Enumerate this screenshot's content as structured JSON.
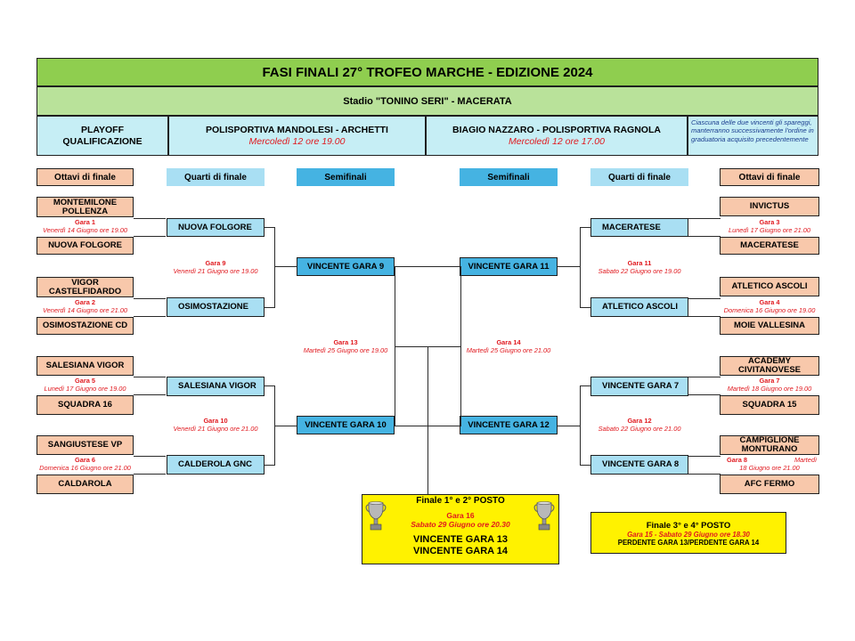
{
  "header": {
    "title": "FASI FINALI 27° TROFEO MARCHE - EDIZIONE 2024",
    "stadium": "Stadio \"TONINO SERI\" - MACERATA"
  },
  "playoff": {
    "label_line1": "PLAYOFF",
    "label_line2": "QUALIFICAZIONE",
    "match1_teams": "POLISPORTIVA MANDOLESI - ARCHETTI",
    "match1_time": "Mercoledì 12 ore 19.00",
    "match2_teams": "BIAGIO NAZZARO - POLISPORTIVA RAGNOLA",
    "match2_time": "Mercoledì 12 ore 17.00",
    "note": "Ciascuna delle due vincenti gli spareggi, manterranno successivamente l'ordine in graduatoria acquisito precedentemente"
  },
  "round_labels": {
    "ottavi": "Ottavi di finale",
    "quarti": "Quarti di finale",
    "semi": "Semifinali"
  },
  "left": {
    "r16": [
      {
        "team_a": "MONTEMILONE POLLENZA",
        "gara": "Gara 1",
        "date": "Venerdì 14 Giugno ore 19.00",
        "team_b": "NUOVA FOLGORE"
      },
      {
        "team_a": "VIGOR CASTELFIDARDO",
        "gara": "Gara 2",
        "date": "Venerdì 14 Giugno ore 21.00",
        "team_b": "OSIMOSTAZIONE CD"
      },
      {
        "team_a": "SALESIANA VIGOR",
        "gara": "Gara 5",
        "date": "Lunedì 17 Giugno ore 19.00",
        "team_b": "SQUADRA 16"
      },
      {
        "team_a": "SANGIUSTESE VP",
        "gara": "Gara 6",
        "date": "Domenica 16 Giugno ore 21.00",
        "team_b": "CALDAROLA"
      }
    ],
    "qf": [
      "NUOVA FOLGORE",
      "OSIMOSTAZIONE",
      "SALESIANA VIGOR",
      "CALDEROLA GNC"
    ],
    "qf_games": [
      {
        "gara": "Gara 9",
        "date": "Venerdì 21 Giugno ore 19.00"
      },
      {
        "gara": "Gara 10",
        "date": "Venerdì 21 Giugno ore 21.00"
      }
    ],
    "sf": [
      "VINCENTE GARA 9",
      "VINCENTE GARA 10"
    ],
    "sf_game": {
      "gara": "Gara 13",
      "date": "Martedì 25 Giugno ore 19.00"
    }
  },
  "right": {
    "r16": [
      {
        "team_a": "INVICTUS",
        "gara": "Gara 3",
        "date": "Lunedì 17 Giugno ore 21.00",
        "team_b": "MACERATESE"
      },
      {
        "team_a": "ATLETICO ASCOLI",
        "gara": "Gara 4",
        "date": "Domenica 16 Giugno ore 19.00",
        "team_b": "MOIE VALLESINA"
      },
      {
        "team_a": "ACADEMY CIVITANOVESE",
        "gara": "Gara 7",
        "date": "Martedì 18 Giugno ore 19.00",
        "team_b": "SQUADRA 15"
      },
      {
        "team_a": "CAMPIGLIONE MONTURANO",
        "gara": "Gara 8",
        "date_a": "Martedì",
        "date": "18 Giugno ore 21.00",
        "team_b": "AFC FERMO"
      }
    ],
    "qf": [
      "MACERATESE",
      "ATLETICO ASCOLI",
      "VINCENTE GARA 7",
      "VINCENTE GARA 8"
    ],
    "qf_games": [
      {
        "gara": "Gara 11",
        "date": "Sabato 22 Giugno ore 19.00"
      },
      {
        "gara": "Gara 12",
        "date": "Sabato 22 Giugno ore 21.00"
      }
    ],
    "sf": [
      "VINCENTE GARA 11",
      "VINCENTE GARA 12"
    ],
    "sf_game": {
      "gara": "Gara 14",
      "date": "Martedì 25 Giugno ore 21.00"
    }
  },
  "final": {
    "title": "Finale 1° e 2° POSTO",
    "gara": "Gara 16",
    "date": "Sabato 29 Giugno ore 20.30",
    "team1": "VINCENTE GARA 13",
    "team2": "VINCENTE GARA 14",
    "trophy_icon": "trophy-icon"
  },
  "third": {
    "title": "Finale 3° e 4° POSTO",
    "gara_date": "Gara 15 - Sabato 29 Giugno ore 18.30",
    "teams": "PERDENTE GARA 13/PERDENTE GARA 14"
  },
  "colors": {
    "title_green": "#8fce4f",
    "sub_green": "#b9e29a",
    "cyan": "#c6eef5",
    "peach": "#f8c8ab",
    "light_blue": "#a9dff3",
    "blue": "#45b3e2",
    "red": "#e0181e",
    "yellow": "#fff200"
  }
}
